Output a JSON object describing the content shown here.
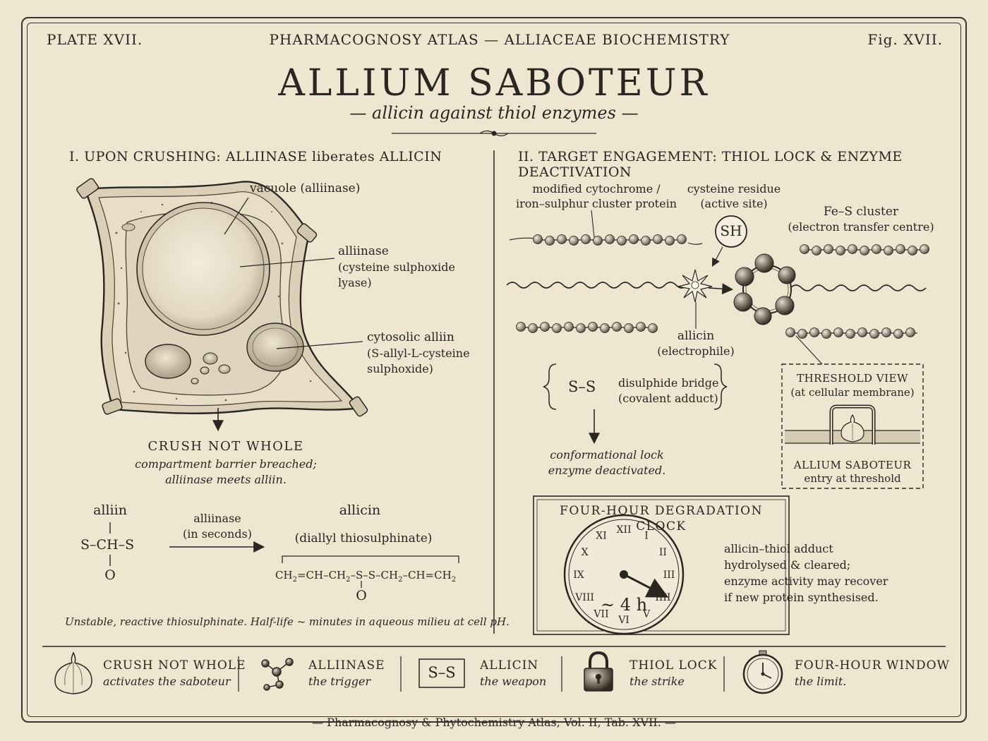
{
  "header": {
    "plate": "PLATE XVII.",
    "center": "PHARMACOGNOSY ATLAS — ALLIACEAE BIOCHEMISTRY",
    "fig": "Fig. XVII."
  },
  "title": "ALLIUM SABOTEUR",
  "subtitle": "— allicin against thiol enzymes —",
  "section1": {
    "heading": "I. UPON CRUSHING: ALLIINASE liberates ALLICIN",
    "vacuole": "vacuole (alliinase)",
    "alliinase_l1": "alliinase",
    "alliinase_l2": "(cysteine sulphoxide",
    "alliinase_l3": "lyase)",
    "alliin_l1": "cytosolic alliin",
    "alliin_l2": "(S-allyl-L-cysteine",
    "alliin_l3": "sulphoxide)",
    "crush_title": "CRUSH NOT WHOLE",
    "crush_l1": "compartment barrier breached;",
    "crush_l2": "alliinase meets alliin.",
    "alliin_name": "alliin",
    "alliin_formula": "S–CH–S",
    "alliin_o": "O",
    "arrow_l1": "alliinase",
    "arrow_l2": "(in seconds)",
    "allicin_name": "allicin",
    "allicin_sub": "(diallyl thiosulphinate)",
    "allicin_o": "O",
    "note": "Unstable, reactive thiosulphinate. Half-life ~ minutes in aqueous milieu at cell pH."
  },
  "section2": {
    "heading": "II. TARGET ENGAGEMENT: THIOL LOCK & ENZYME DEACTIVATION",
    "protein_l1": "modified cytochrome /",
    "protein_l2": "iron–sulphur cluster protein",
    "cys_l1": "cysteine residue",
    "cys_l2": "(active site)",
    "sh": "SH",
    "fes_l1": "Fe–S cluster",
    "fes_l2": "(electron transfer centre)",
    "allicin_l1": "allicin",
    "allicin_l2": "(electrophile)",
    "ss": "S–S",
    "ss_l1": "disulphide bridge",
    "ss_l2": "(covalent adduct)",
    "lock_l1": "conformational lock",
    "lock_l2": "enzyme deactivated.",
    "threshold_t": "THRESHOLD VIEW",
    "threshold_s": "(at cellular membrane)",
    "saboteur_t": "ALLIUM SABOTEUR",
    "saboteur_s": "entry at threshold",
    "clock_title": "FOUR-HOUR DEGRADATION CLOCK",
    "clock_label": "~ 4 h",
    "clock_numerals": [
      "XII",
      "I",
      "II",
      "III",
      "IIII",
      "V",
      "VI",
      "VII",
      "VIII",
      "IX",
      "X",
      "XI"
    ],
    "clock_l1": "allicin–thiol adduct",
    "clock_l2": "hydrolysed & cleared;",
    "clock_l3": "enzyme activity may recover",
    "clock_l4": "if new protein synthesised."
  },
  "footer": [
    {
      "title": "CRUSH NOT WHOLE",
      "sub": "activates the saboteur",
      "icon": "garlic-icon"
    },
    {
      "title": "ALLIINASE",
      "sub": "the trigger",
      "icon": "molecule-icon"
    },
    {
      "title": "ALLICIN",
      "sub": "the weapon",
      "icon": "disulphide-icon",
      "badge": "S–S"
    },
    {
      "title": "THIOL LOCK",
      "sub": "the strike",
      "icon": "padlock-icon"
    },
    {
      "title": "FOUR-HOUR WINDOW",
      "sub": "the limit.",
      "icon": "watch-icon"
    }
  ],
  "caption": "— Pharmacognosy & Phytochemistry Atlas, Vol. II, Tab. XVII. —",
  "colors": {
    "paper": "#efe6d2",
    "ink": "#2a2620"
  }
}
